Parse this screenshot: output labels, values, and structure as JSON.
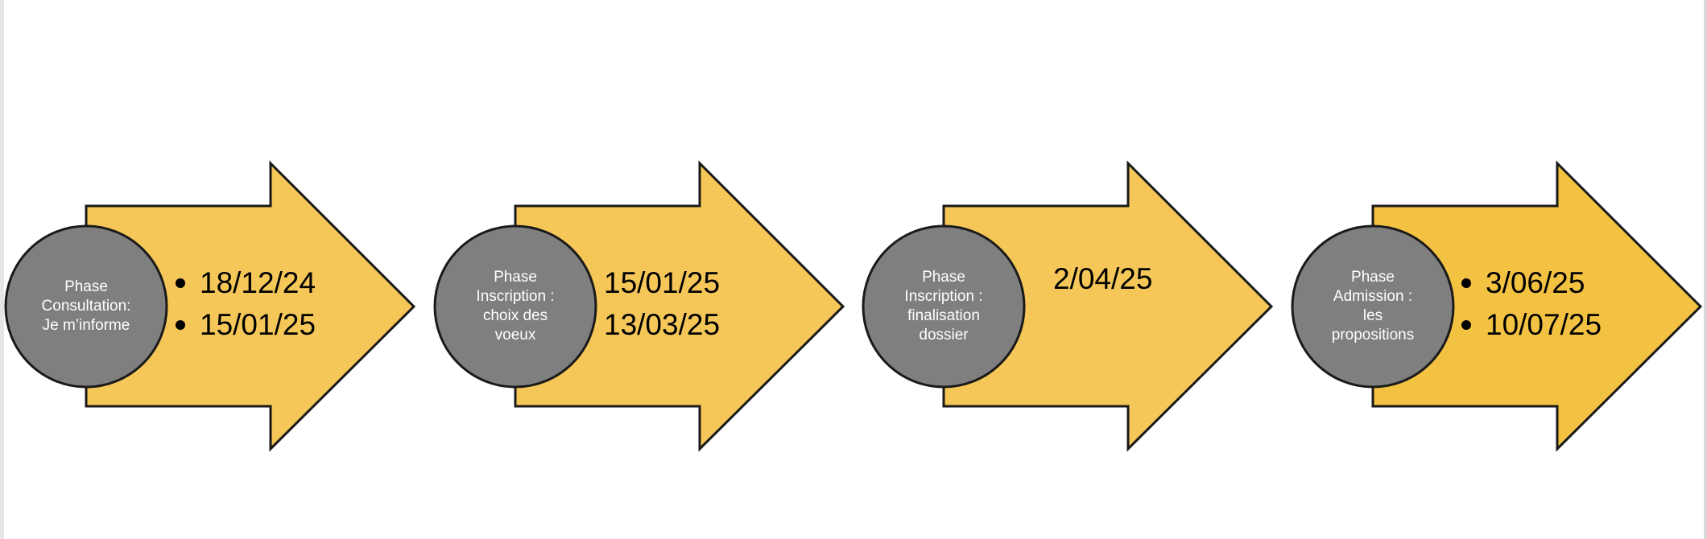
{
  "colors": {
    "arrow_fill": "#f5c758",
    "arrow_fill_last": "#f4c242",
    "circle_fill": "#7f7f7f",
    "outline": "#1a1a1a"
  },
  "phases": [
    {
      "circle_lines": [
        "Phase",
        "Consultation:",
        "Je m’informe"
      ],
      "dates": [
        "18/12/24",
        "15/01/25"
      ],
      "bulleted": true
    },
    {
      "circle_lines": [
        "Phase",
        "Inscription :",
        "choix des",
        "voeux"
      ],
      "dates": [
        "15/01/25",
        "13/03/25"
      ],
      "bulleted": false
    },
    {
      "circle_lines": [
        "Phase",
        "Inscription :",
        "finalisation",
        "dossier"
      ],
      "dates": [
        "2/04/25"
      ],
      "bulleted": false
    },
    {
      "circle_lines": [
        "Phase",
        "Admission :",
        "les",
        "propositions"
      ],
      "dates": [
        "3/06/25",
        "10/07/25"
      ],
      "bulleted": true
    }
  ]
}
